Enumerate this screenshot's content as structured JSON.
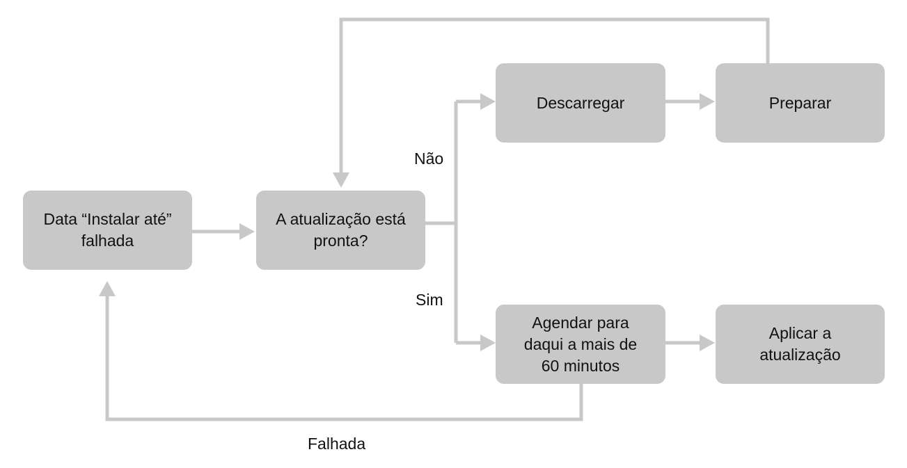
{
  "nodes": {
    "install_by_date_missed": "Data “Instalar até”\nfalhada",
    "update_ready": "A atualização está\npronta?",
    "download": "Descarregar",
    "prepare": "Preparar",
    "schedule": "Agendar para\ndaqui a mais de\n60 minutos",
    "apply_update": "Aplicar a\natualização"
  },
  "edge_labels": {
    "no": "Não",
    "yes": "Sim",
    "failed": "Falhada"
  },
  "colors": {
    "node_fill": "#c8c8c8",
    "connector": "#c8c8c8",
    "text": "#111111"
  }
}
